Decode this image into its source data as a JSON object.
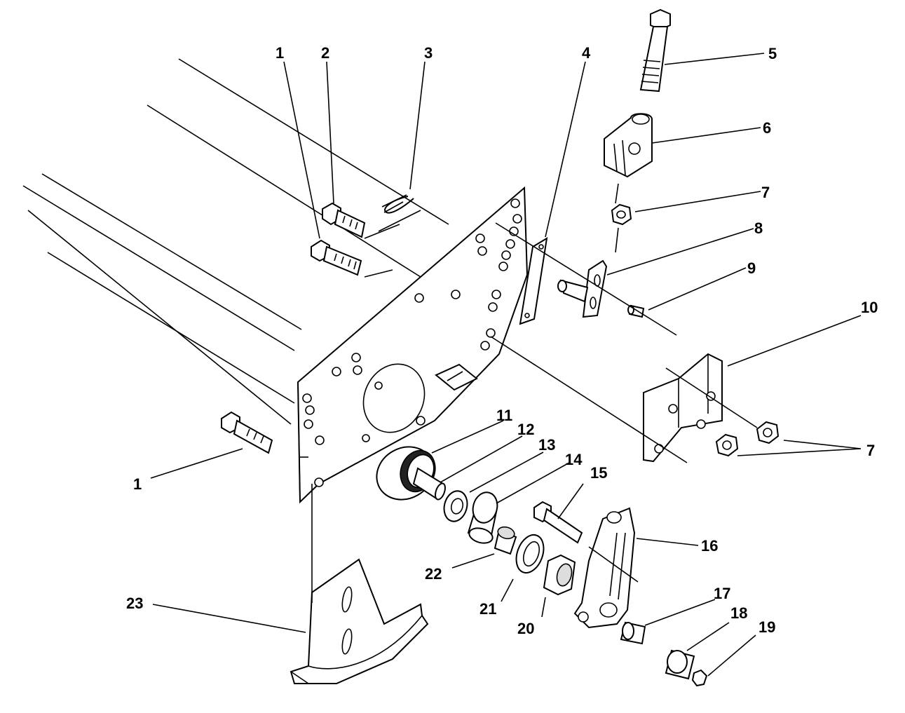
{
  "callouts": [
    "1",
    "2",
    "3",
    "4",
    "5",
    "6",
    "7",
    "8",
    "9",
    "10",
    "11",
    "12",
    "13",
    "14",
    "15",
    "16",
    "7",
    "1",
    "17",
    "18",
    "19",
    "20",
    "21",
    "22",
    "23"
  ]
}
